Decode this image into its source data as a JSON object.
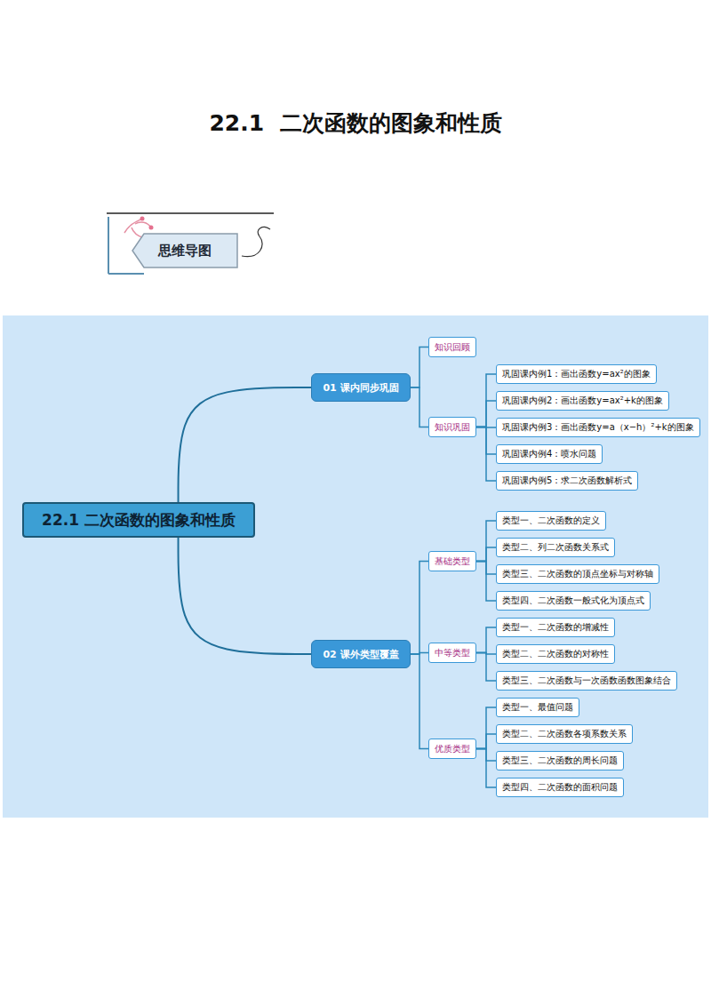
{
  "diagram": {
    "title": "22.1  二次函数的图象和性质",
    "nodes": [
      {
        "text": [
          "思维导图"
        ]
      },
      {
        "text": [
          "22.1 二次函数的图象和性质"
        ]
      },
      {
        "text": [
          "01 课内同步巩固"
        ]
      },
      {
        "text": [
          "知识回顾"
        ]
      },
      {
        "text": [
          "知识巩固"
        ]
      },
      {
        "text": [
          "巩固课内例1：画出函数y=ax²的图象"
        ]
      },
      {
        "text": [
          "巩固课内例2：画出函数y=ax²+k的图象"
        ]
      },
      {
        "text": [
          "巩固课内例3：画出函数y=a（x−h）²+k的图象"
        ]
      },
      {
        "text": [
          "巩固课内例4：喷水问题"
        ]
      },
      {
        "text": [
          "巩固课内例5：求二次函数解析式"
        ]
      },
      {
        "text": [
          "02 课外类型覆盖"
        ]
      },
      {
        "text": [
          "基础类型"
        ]
      },
      {
        "text": [
          "类型一、二次函数的定义"
        ]
      },
      {
        "text": [
          "类型二、列二次函数关系式"
        ]
      },
      {
        "text": [
          "类型三、二次函数的顶点坐标与对称轴"
        ]
      },
      {
        "text": [
          "类型四、二次函数一般式化为顶点式"
        ]
      },
      {
        "text": [
          "中等类型"
        ]
      },
      {
        "text": [
          "类型一、二次函数的增减性"
        ]
      },
      {
        "text": [
          "类型二、二次函数的对称性"
        ]
      },
      {
        "text": [
          "类型三、二次函数与一次函数函数图象结合"
        ]
      },
      {
        "text": [
          "优质类型"
        ]
      },
      {
        "text": [
          "类型一、最值问题"
        ]
      },
      {
        "text": [
          "类型二、二次函数各项系数关系"
        ]
      },
      {
        "text": [
          "类型三、二次函数的周长问题"
        ]
      },
      {
        "text": [
          "类型四、二次函数的面积问题"
        ]
      }
    ],
    "edges": [
      {
        "from": 1,
        "to": 2,
        "arrow": "none"
      },
      {
        "from": 1,
        "to": 10,
        "arrow": "none"
      },
      {
        "from": 2,
        "to": 3,
        "arrow": "none"
      },
      {
        "from": 2,
        "to": 4,
        "arrow": "none"
      },
      {
        "from": 4,
        "to": 5,
        "arrow": "none"
      },
      {
        "from": 4,
        "to": 6,
        "arrow": "none"
      },
      {
        "from": 4,
        "to": 7,
        "arrow": "none"
      },
      {
        "from": 4,
        "to": 8,
        "arrow": "none"
      },
      {
        "from": 4,
        "to": 9,
        "arrow": "none"
      },
      {
        "from": 10,
        "to": 11,
        "arrow": "none"
      },
      {
        "from": 10,
        "to": 16,
        "arrow": "none"
      },
      {
        "from": 10,
        "to": 20,
        "arrow": "none"
      },
      {
        "from": 11,
        "to": 12,
        "arrow": "none"
      },
      {
        "from": 11,
        "to": 13,
        "arrow": "none"
      },
      {
        "from": 11,
        "to": 14,
        "arrow": "none"
      },
      {
        "from": 11,
        "to": 15,
        "arrow": "none"
      },
      {
        "from": 16,
        "to": 17,
        "arrow": "none"
      },
      {
        "from": 16,
        "to": 18,
        "arrow": "none"
      },
      {
        "from": 16,
        "to": 19,
        "arrow": "none"
      },
      {
        "from": 20,
        "to": 21,
        "arrow": "none"
      },
      {
        "from": 20,
        "to": 22,
        "arrow": "none"
      },
      {
        "from": 20,
        "to": 23,
        "arrow": "none"
      },
      {
        "from": 20,
        "to": 24,
        "arrow": "none"
      }
    ]
  }
}
